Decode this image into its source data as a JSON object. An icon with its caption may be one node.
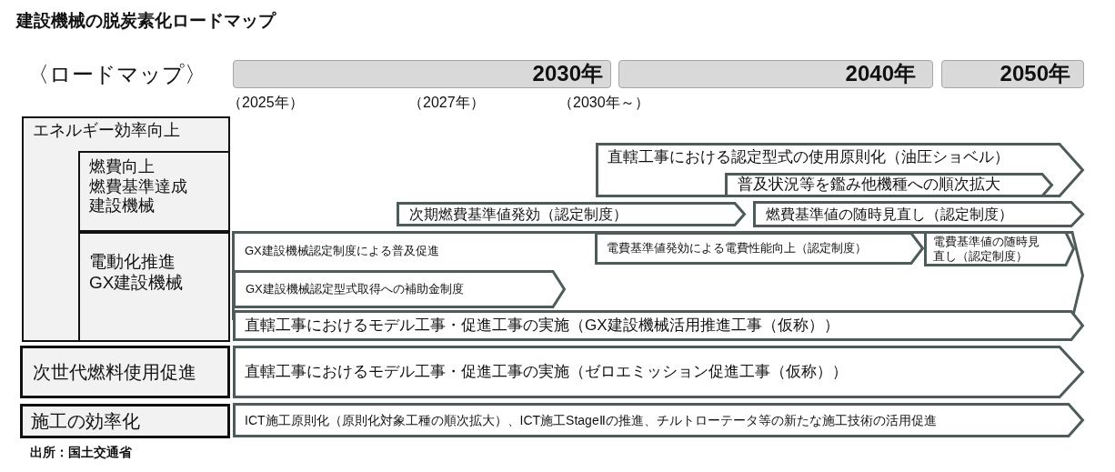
{
  "diagram": {
    "title": "建設機械の脱炭素化ロードマップ",
    "nodes": [
      {
        "text": [
          "2030年"
        ]
      },
      {
        "text": [
          "2040年"
        ]
      },
      {
        "text": [
          "2050年"
        ]
      },
      {
        "text": [
          "エネルギー効率向上"
        ]
      },
      {
        "text": [
          "燃費向上",
          "燃費基準達成建設機械"
        ],
        "in": 3
      },
      {
        "text": [
          "直轄工事における認定型式の使用原則化（油圧ショベル）"
        ]
      },
      {
        "text": [
          "普及状況等を鑑み他機種への順次拡大"
        ],
        "in": 5
      },
      {
        "text": [
          "次期燃費基準値発効（認定制度）"
        ]
      },
      {
        "text": [
          "燃費基準値の随時見直し（認定制度）"
        ]
      },
      {
        "text": [
          "電動化推進",
          "GX建設機械"
        ],
        "in": 3
      },
      {
        "text": [
          "GX建設機械認定制度による普及促進"
        ]
      },
      {
        "text": [
          "電費基準値発効による電費性能向上（認定制度）"
        ],
        "in": 10
      },
      {
        "text": [
          "電費基準値の随時見直し（認定制度）"
        ],
        "in": 10
      },
      {
        "text": [
          "GX建設機械認定型式取得への補助金制度"
        ],
        "in": 10
      },
      {
        "text": [
          "直轄工事におけるモデル工事・促進工事の実施（GX建設機械活用推進工事（仮称））"
        ]
      },
      {
        "text": [
          "次世代燃料使用促進"
        ]
      },
      {
        "text": [
          "直轄工事におけるモデル工事・促進工事の実施（ゼロエミッション促進工事（仮称））"
        ]
      },
      {
        "text": [
          "施工の効率化"
        ]
      },
      {
        "text": [
          "ICT施工原則化（原則化対象工種の順次拡大）、ICT施工StageⅡの推進、チルトローテータ等の新たな施工技術の活用促進"
        ]
      }
    ],
    "labels": [
      "〈ロードマップ〉",
      "（2025年）",
      "（2027年）",
      "（2030年～）"
    ],
    "caption": "出所：国土交通省"
  }
}
